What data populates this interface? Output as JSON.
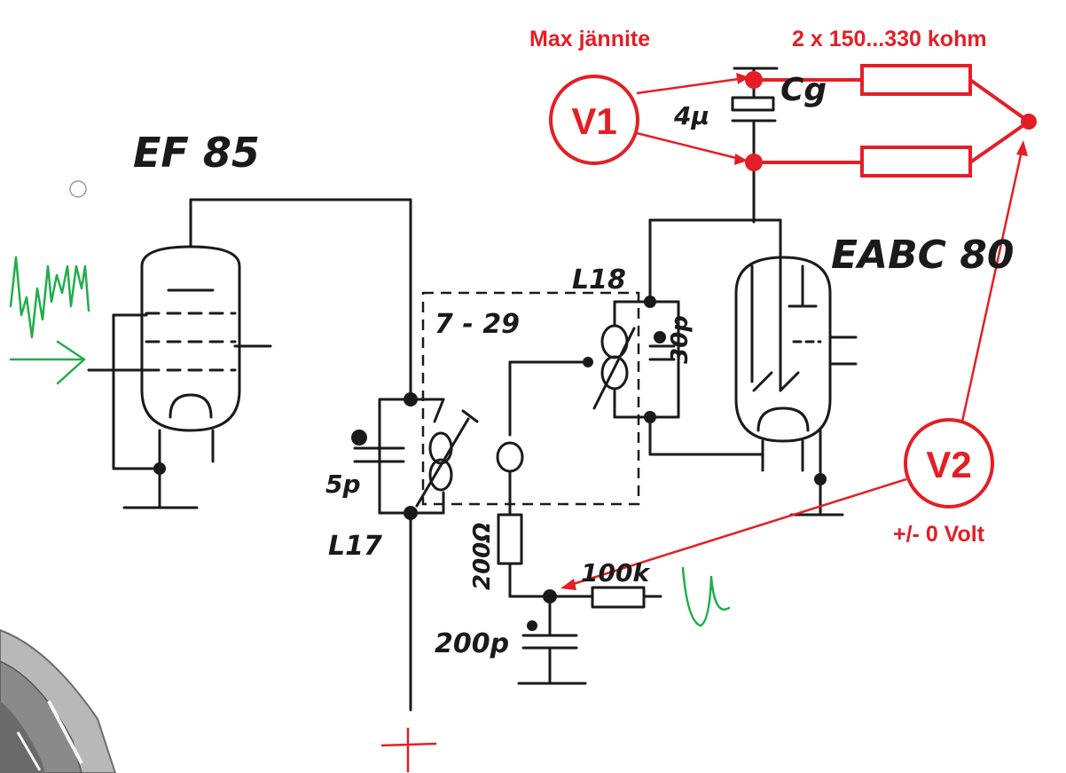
{
  "schematic": {
    "tube_left": "EF 85",
    "tube_right": "EABC 80",
    "transformer_range": "7 - 29",
    "coil_primary": "L17",
    "coil_secondary": "L18",
    "cap_primary": "5p",
    "cap_secondary": "30p",
    "cap_cg_value": "4µ",
    "cap_cg_name": "Cg",
    "resistor_200": "200Ω",
    "resistor_100k": "100k",
    "cap_200p": "200p",
    "supply_mark": "+"
  },
  "annotations": {
    "max_voltage": "Max jännite",
    "resistors": "2 x 150...330 kohm",
    "v1": "V1",
    "v2": "V2",
    "zero_volt": "+/- 0 Volt",
    "accent_red": "#e41e26",
    "accent_green": "#1fae4b"
  }
}
